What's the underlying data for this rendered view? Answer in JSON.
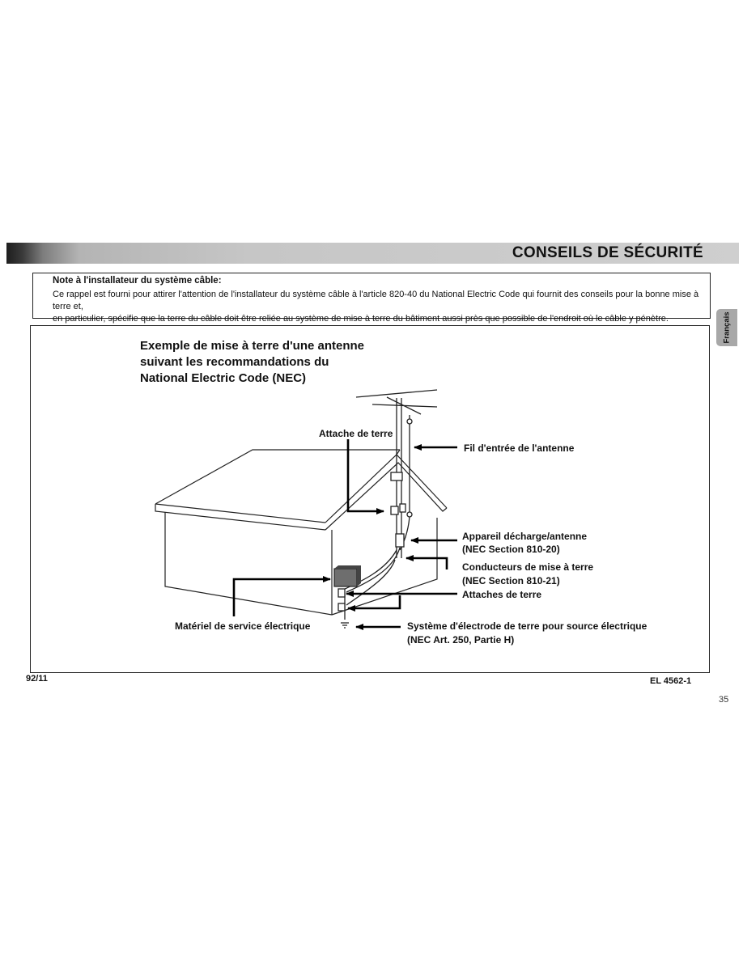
{
  "header": {
    "title": "CONSEILS DE SÉCURITÉ"
  },
  "note": {
    "title": "Note à l'installateur du système câble:",
    "line1": "Ce rappel est fourni pour attirer l'attention de l'installateur du système câble  à l'article 820-40 du National Electric Code qui fournit des conseils pour la bonne mise à terre et,",
    "line2": "en particulier, spécifie que la terre du câble doit être reliée au système  de mise à terre du bâtiment aussi près que possible de l'endroit où le câble y pénètre."
  },
  "side_tab": {
    "label": "Français"
  },
  "figure": {
    "title_line1": "Exemple de mise à terre d'une antenne",
    "title_line2": "suivant les recommandations du",
    "title_line3": "National Electric Code (NEC)",
    "labels": {
      "ground_clamp_top": "Attache de terre",
      "lead_in_wire": "Fil d'entrée de l'antenne",
      "discharge_unit_1": "Appareil décharge/antenne",
      "discharge_unit_2": "(NEC Section 810-20)",
      "grounding_conductors_1": "Conducteurs de mise à terre",
      "grounding_conductors_2": "(NEC Section 810-21)",
      "ground_clamps": "Attaches de terre",
      "service_equipment": "Matériel de service électrique",
      "electrode_system_1": "Système d'électrode de terre pour source électrique",
      "electrode_system_2": "(NEC Art. 250, Partie H)"
    }
  },
  "footer": {
    "left": "92/11",
    "right": "EL 4562-1",
    "page": "35"
  }
}
